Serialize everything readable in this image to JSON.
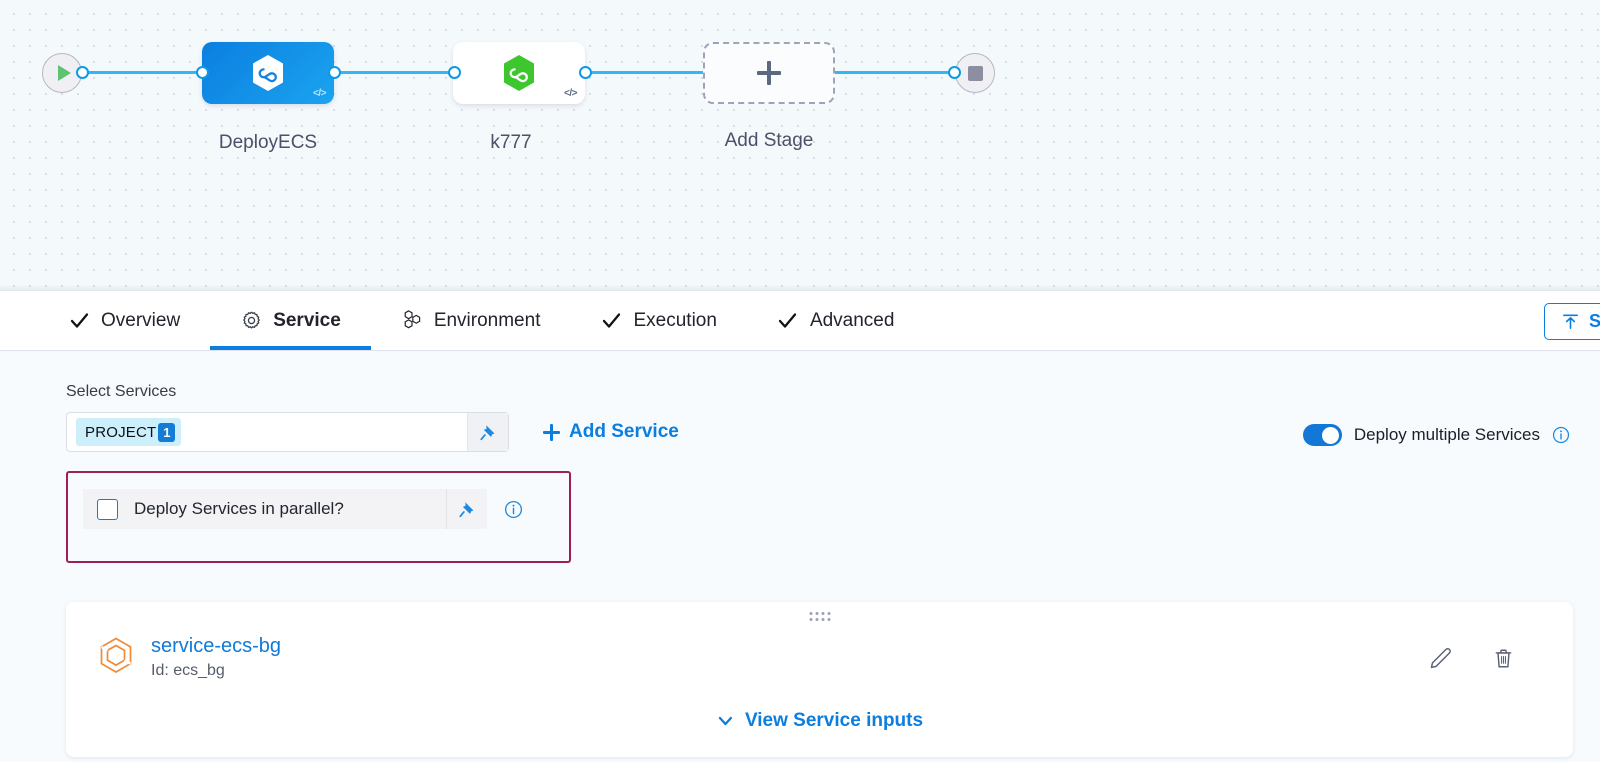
{
  "pipeline": {
    "start_node": "start-node",
    "end_node": "end-node",
    "stages": [
      {
        "label": "DeployECS",
        "selected": true,
        "icon": "hexagon-infinity-icon",
        "code_badge": "</>"
      },
      {
        "label": "k777",
        "selected": false,
        "icon": "hexagon-infinity-icon",
        "code_badge": "</>"
      }
    ],
    "add_stage_label": "Add Stage"
  },
  "tabs": [
    {
      "label": "Overview",
      "icon": "check-icon",
      "active": false
    },
    {
      "label": "Service",
      "icon": "gear-icon",
      "active": true
    },
    {
      "label": "Environment",
      "icon": "hexagon-cluster-icon",
      "active": false
    },
    {
      "label": "Execution",
      "icon": "check-icon",
      "active": false
    },
    {
      "label": "Advanced",
      "icon": "check-icon",
      "active": false
    }
  ],
  "header": {
    "save_label": "Save",
    "save_icon": "upload-icon"
  },
  "service_section": {
    "select_services_label": "Select Services",
    "selected_chip": "PROJECT",
    "selected_chip_count": "1",
    "pin_icon": "pin-icon",
    "add_service_label": "Add Service",
    "deploy_multiple_label": "Deploy multiple Services",
    "deploy_multiple_enabled": true,
    "info_icon": "info-icon"
  },
  "parallel_box": {
    "checkbox_label": "Deploy Services in parallel?",
    "checked": false,
    "highlight_color": "#9c1f55"
  },
  "service_card": {
    "drag_handle": "drag-handle-icon",
    "service_icon": "hexagon-outline-icon",
    "name": "service-ecs-bg",
    "id_text": "Id: ecs_bg",
    "edit_icon": "pencil-icon",
    "delete_icon": "trash-icon",
    "view_inputs_label": "View Service inputs",
    "view_inputs_icon": "chevron-down-icon"
  },
  "colors": {
    "accent_blue": "#0b7ee0",
    "edge_blue": "#33b6f5",
    "stage_green": "#3ec62e",
    "highlight_maroon": "#9c1f55",
    "service_orange": "#f08a37"
  }
}
